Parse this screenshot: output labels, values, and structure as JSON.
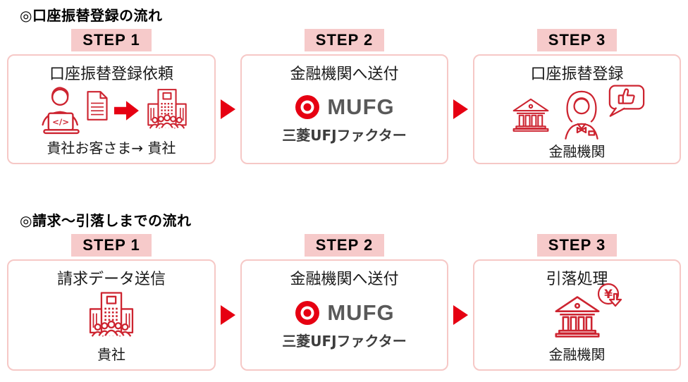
{
  "glyphs": {
    "code": "</>",
    "yen": "¥"
  },
  "colors": {
    "icon_red": "#cd2430",
    "arrow_red": "#e60012",
    "step_highlight_bg": "#f6caca",
    "box_border": "#f6c8c6",
    "mufg_logo_red": "#e60012",
    "mufg_text_gray": "#595959"
  },
  "sections": [
    {
      "title": "◎口座振替登録の流れ",
      "steps": [
        "STEP 1",
        "STEP 2",
        "STEP 3"
      ],
      "boxes": [
        {
          "title": "口座振替登録依頼",
          "caption": "貴社お客さま→ 貴社"
        },
        {
          "title": "金融機関へ送付",
          "logo": {
            "text": "MUFG",
            "subtext": "三菱UFJファクター"
          }
        },
        {
          "title": "口座振替登録",
          "caption": "金融機関"
        }
      ]
    },
    {
      "title": "◎請求〜引落しまでの流れ",
      "steps": [
        "STEP 1",
        "STEP 2",
        "STEP 3"
      ],
      "boxes": [
        {
          "title": "請求データ送信",
          "caption": "貴社"
        },
        {
          "title": "金融機関へ送付",
          "logo": {
            "text": "MUFG",
            "subtext": "三菱UFJファクター"
          }
        },
        {
          "title": "引落処理",
          "caption": "金融機関"
        }
      ]
    }
  ]
}
